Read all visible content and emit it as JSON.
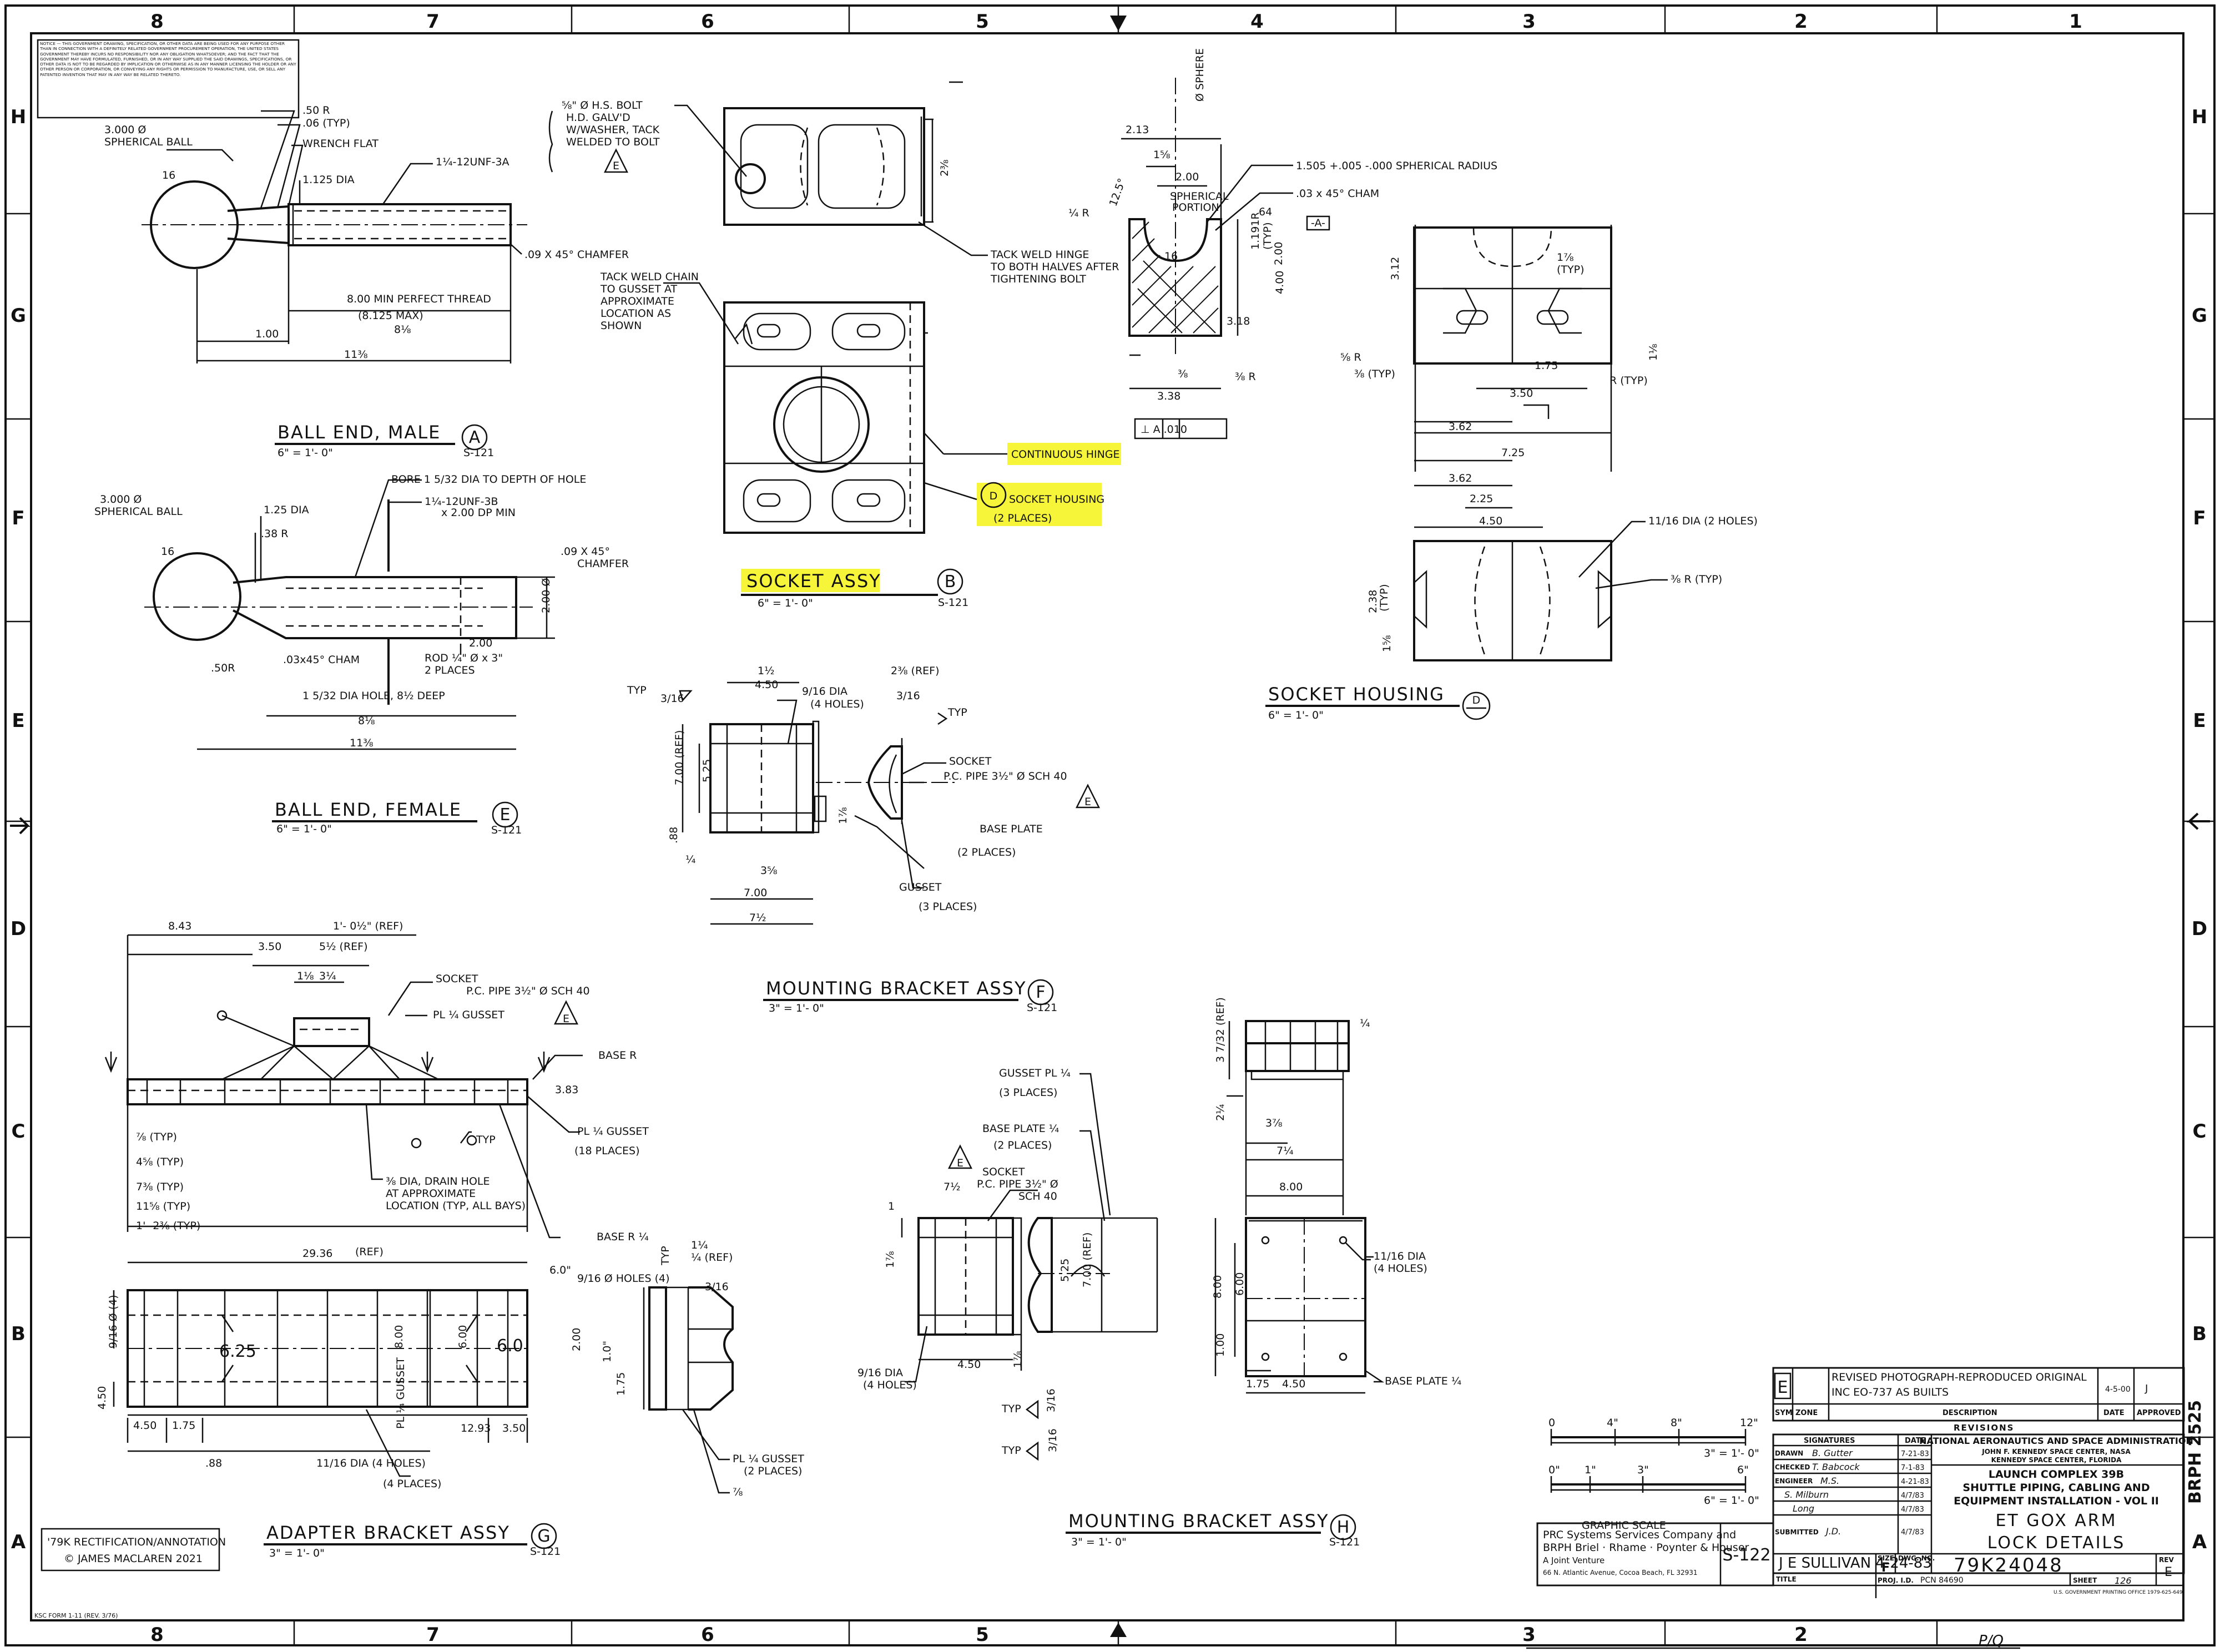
{
  "zones": {
    "cols": [
      "8",
      "7",
      "6",
      "5",
      "4",
      "3",
      "2",
      "1"
    ],
    "rows": [
      "H",
      "G",
      "F",
      "E",
      "D",
      "C",
      "B",
      "A"
    ]
  },
  "notice": "NOTICE — THIS GOVERNMENT DRAWING, SPECIFICATION, OR OTHER DATA ARE BEING USED FOR ANY PURPOSE OTHER THAN IN CONNECTION WITH A DEFINITELY RELATED GOVERNMENT PROCUREMENT OPERATION, THE UNITED STATES GOVERNMENT THEREBY INCURS NO RESPONSIBILITY NOR ANY OBLIGATION WHATSOEVER; AND THE FACT THAT THE GOVERNMENT MAY HAVE FORMULATED, FURNISHED, OR IN ANY WAY SUPPLIED THE SAID DRAWINGS, SPECIFICATIONS, OR OTHER DATA IS NOT TO BE REGARDED BY IMPLICATION OR OTHERWISE AS IN ANY MANNER LICENSING THE HOLDER OR ANY OTHER PERSON OR CORPORATION, OR CONVEYING ANY RIGHTS OR PERMISSION TO MANUFACTURE, USE, OR SELL ANY PATENTED INVENTION THAT MAY IN ANY WAY BE RELATED THERETO.",
  "views": {
    "a": {
      "title": "BALL END, MALE",
      "scale": "6\" = 1'- 0\"",
      "circle_letter": "A",
      "circle_sheet": "S-121",
      "notes": [
        "3.000 Ø",
        "SPHERICAL BALL",
        ".50 R",
        ".06 (TYP)",
        "WRENCH FLAT",
        "1.125 DIA",
        "1¼-12UNF-3A",
        ".09 X 45° CHAMFER",
        "8.00 MIN PERFECT THREAD",
        "(8.125 MAX)",
        "8⅛",
        "1.00",
        "11⅜",
        "16"
      ]
    },
    "b": {
      "title": "SOCKET ASSY",
      "scale": "6\" = 1'- 0\"",
      "circle_letter": "B",
      "circle_sheet": "S-121",
      "notes": [
        "⅝\" Ø H.S. BOLT",
        "H.D. GALV'D",
        "W/WASHER, TACK",
        "WELDED TO BOLT",
        "2⅜",
        "TACK WELD HINGE",
        "TO BOTH HALVES AFTER",
        "TIGHTENING BOLT",
        "TACK WELD CHAIN",
        "TO GUSSET AT",
        "APPROXIMATE",
        "LOCATION AS",
        "SHOWN"
      ],
      "highlighted": [
        "CONTINUOUS HINGE",
        "SOCKET HOUSING",
        "(2 PLACES)"
      ],
      "callout_d": "D",
      "callout_e": "E"
    },
    "d": {
      "title": "SOCKET HOUSING",
      "scale": "6\" = 1'- 0\"",
      "circle_letter": "D",
      "notes": [
        "Ø SPHERE",
        "2.13",
        "1⅝",
        "2.00",
        "SPHERICAL",
        "PORTION",
        "1.505 +.005 -.000 SPHERICAL RADIUS",
        ".03 x 45° CHAM",
        "64",
        "-A-",
        "¼ R",
        "12.5°",
        "1.191R",
        "(TYP)",
        "2.00",
        "4.00",
        "3.18",
        "⅜ R",
        "16",
        "3.38",
        "⅜",
        "⊥ A .010",
        "3.12",
        "1⅞",
        "(TYP)",
        "⅝ R",
        "⅜ (TYP)",
        "1.75",
        "3.50",
        "1⅛",
        "R (TYP)",
        "3.62",
        "7.25",
        "3.62",
        "2.25",
        "4.50",
        "11/16 DIA (2 HOLES)",
        "⅜ R (TYP)",
        "2.38",
        "(TYP)",
        "1⅝"
      ]
    },
    "e": {
      "title": "BALL END, FEMALE",
      "scale": "6\" = 1'- 0\"",
      "circle_letter": "E",
      "circle_sheet": "S-121",
      "notes": [
        "3.000 Ø",
        "SPHERICAL BALL",
        "1.25 DIA",
        ".38 R",
        "BORE 1 5/32 DIA TO DEPTH OF HOLE",
        "1¼-12UNF-3B",
        "x 2.00 DP MIN",
        ".09 X 45°",
        "CHAMFER",
        "16",
        "2.00 Ø",
        "2.00",
        ".50R",
        ".03x45° CHAM",
        "ROD ¼\" Ø x 3\"",
        "2 PLACES",
        "1 5/32 DIA HOLE, 8½ DEEP",
        "8⅛",
        "11⅜"
      ]
    },
    "f": {
      "title": "MOUNTING BRACKET ASSY",
      "scale": "3\" = 1'- 0\"",
      "circle_letter": "F",
      "circle_sheet": "S-121",
      "notes": [
        "1½",
        "4.50",
        "TYP",
        "3/16",
        "9/16 DIA",
        "(4 HOLES)",
        "2⅜ (REF)",
        "3/16",
        "TYP",
        "7.00 (REF)",
        "5.25",
        "SOCKET",
        "P.C. PIPE 3½\" Ø SCH 40",
        "E",
        "1⅞",
        ".88",
        "BASE PLATE",
        "(2 PLACES)",
        "¼",
        "3⅝",
        "GUSSET",
        "(3 PLACES)",
        "7.00",
        "7½"
      ]
    },
    "g": {
      "title": "ADAPTER BRACKET ASSY",
      "scale": "3\" = 1'- 0\"",
      "circle_letter": "G",
      "circle_sheet": "S-121",
      "notes": [
        "8.43",
        "1'- 0½\" (REF)",
        "3.50",
        "5½ (REF)",
        "1⅛",
        "3¼",
        "SOCKET",
        "P.C. PIPE 3½\" Ø SCH 40",
        "PL ¼ GUSSET",
        "E",
        "BASE R",
        "PL ¼ GUSSET",
        "(18 PLACES)",
        "TYP",
        "⅞ (TYP)",
        "4⅝ (TYP)",
        "7⅜ (TYP)",
        "11⅝ (TYP)",
        "1'- 2⅜ (TYP)",
        "⅜ DIA, DRAIN HOLE",
        "AT APPROXIMATE",
        "LOCATION (TYP, ALL BAYS)",
        "BASE R ¼",
        "29.36",
        "3.83",
        "(REF)",
        "1¼",
        "¼ (REF)",
        "TYP",
        "3/16",
        "6.0\"",
        "9/16 Ø HOLES (4)",
        "9/16 Ø (4)",
        "6.25",
        "6.0",
        "8.00",
        "6.00",
        "2.00",
        "1.0\"",
        "1.75",
        "4.50",
        "4.50",
        "1.75",
        "12.93",
        "3.50",
        ".88",
        "11/16 DIA (4 HOLES)",
        "PL ¼ GUSSET",
        "(4 PLACES)",
        "PL ¼ GUSSET",
        "(2 PLACES)",
        "⅞"
      ]
    },
    "h": {
      "title": "MOUNTING BRACKET ASSY",
      "scale": "3\" = 1'- 0\"",
      "circle_letter": "H",
      "circle_sheet": "S-121",
      "notes": [
        "GUSSET PL ¼",
        "(3 PLACES)",
        "BASE PLATE ¼",
        "(2 PLACES)",
        "E",
        "SOCKET",
        "P.C. PIPE 3½\" Ø",
        "SCH 40",
        "7½",
        "1",
        "1⅞",
        "5.25",
        "7.00 (REF)",
        "9/16 DIA",
        "(4 HOLES)",
        "4.50",
        "1⅞",
        "TYP",
        "3/16",
        "TYP",
        "3/16",
        "¼",
        "3 7/32 (REF)",
        "2¼",
        "3⅞",
        "7¼",
        "8.00",
        "8.00",
        "6.00",
        "11/16 DIA",
        "(4 HOLES)",
        "1.00",
        "1.75",
        "4.50",
        "BASE PLATE ¼"
      ]
    }
  },
  "scales": {
    "bar1": [
      "0",
      "4\"",
      "8\"",
      "12\""
    ],
    "bar1_label": "3\" = 1'- 0\"",
    "bar2": [
      "0\"",
      "1\"",
      "3\"",
      "6\""
    ],
    "bar2_label": "6\" = 1'- 0\"",
    "caption": "GRAPHIC SCALE"
  },
  "rectification": {
    "line1": "'79K RECTIFICATION/ANNOTATION",
    "line2": "© JAMES MACLAREN 2021"
  },
  "form_no": "KSC FORM 1-11 (REV. 3/76)",
  "title_block": {
    "revisions": {
      "sym": "E",
      "description": "REVISED PHOTOGRAPH-REPRODUCED ORIGINAL",
      "description2": "INC EO-737          AS BUILTS",
      "header_sym": "SYM",
      "header_zone": "ZONE",
      "header_desc": "DESCRIPTION",
      "header_date": "DATE",
      "header_approved": "APPROVED",
      "caption": "REVISIONS"
    },
    "signatures": {
      "header": "SIGNATURES",
      "date_header": "DATE",
      "rows": [
        {
          "role": "DRAWN",
          "sig": "B. Gutter",
          "date": "7-21-83"
        },
        {
          "role": "CHECKED",
          "sig": "T. Babcock",
          "date": "7-1-83"
        },
        {
          "role": "ENGINEER",
          "sig": "M.S.",
          "date": "4-21-83"
        },
        {
          "role": "",
          "sig": "S. Milburn",
          "date": "4/7/83"
        },
        {
          "role": "",
          "sig": "Long",
          "date": "4/7/83"
        },
        {
          "role": "SUBMITTED",
          "sig": "J.D.",
          "date": "4/7/83"
        }
      ]
    },
    "agency": "NATIONAL AERONAUTICS AND SPACE ADMINISTRATION",
    "center": "JOHN F. KENNEDY SPACE CENTER, NASA",
    "center2": "KENNEDY SPACE CENTER, FLORIDA",
    "title1": "LAUNCH COMPLEX 39B",
    "title2": "SHUTTLE PIPING, CABLING AND",
    "title3": "EQUIPMENT INSTALLATION - VOL II",
    "title4": "ET GOX ARM",
    "title5": "LOCK DETAILS",
    "prc1": "PRC Systems Services Company and",
    "prc2": "BRPH Briel · Rhame · Poynter & Houser",
    "prc3": "A Joint Venture",
    "prc4": "66 N. Atlantic Avenue, Cocoa Beach, FL 32931",
    "sheet_ref": "S-122",
    "engineer_line": "J E SULLIVAN  4-24-83",
    "title_label": "TITLE",
    "size_label": "SIZE",
    "size": "F",
    "dwg_label": "DWG. NO.",
    "dwg_no": "79K24048",
    "rev_label": "REV",
    "rev": "E",
    "proj_label": "PROJ. I.D.",
    "pcn": "PCN 84690",
    "sheet_label": "SHEET",
    "sheet": "126",
    "gpo": "U.S. GOVERNMENT PRINTING OFFICE 1979-625-649",
    "brph": "BRPH 2525",
    "pq": "P/Q"
  }
}
